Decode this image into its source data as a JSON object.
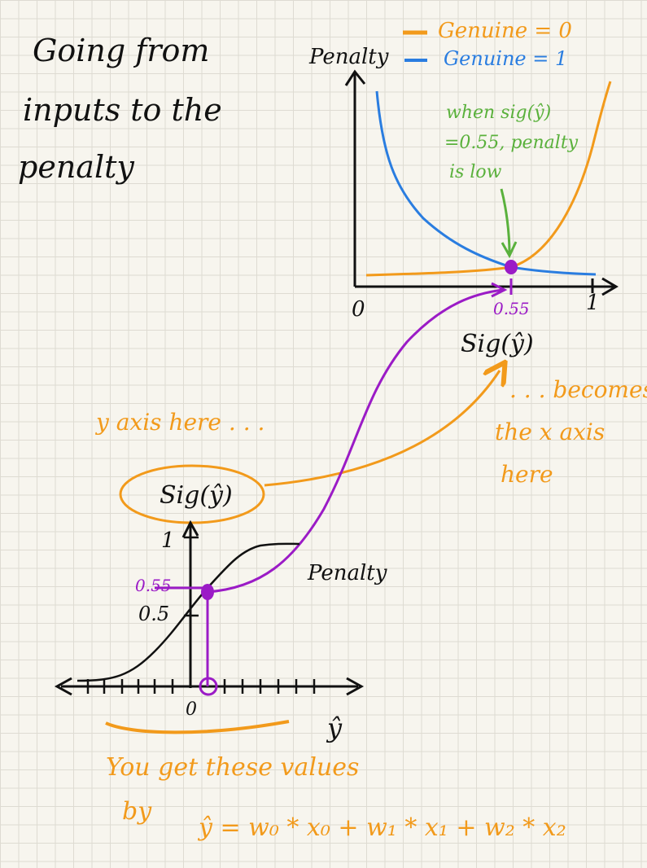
{
  "title": {
    "line1": "Going from",
    "line2": "inputs to the",
    "line3": "penalty"
  },
  "colors": {
    "ink": "#111111",
    "orange": "#f29a1b",
    "blue": "#2a7de0",
    "green": "#5ab13c",
    "purple": "#9b1bc6"
  },
  "penalty_plot": {
    "y_label": "Penalty",
    "legend": [
      {
        "label": "Genuine = 0",
        "color": "#f29a1b"
      },
      {
        "label": "Genuine = 1",
        "color": "#2a7de0"
      }
    ],
    "x_min_label": "0",
    "x_max_label": "1",
    "x_mark_label": "0.55",
    "x_axis_label": "Sig(ŷ)",
    "note": {
      "line1": "when sig(ŷ)",
      "line2": "=0.55, penalty",
      "line3": "is low"
    }
  },
  "sigmoid_plot": {
    "y_axis_label": "Sig(ŷ)",
    "y_tick_1": "1",
    "y_tick_055": "0.55",
    "y_tick_05": "0.5",
    "x_origin": "0",
    "x_axis_label": "ŷ",
    "curve_label": "Penalty"
  },
  "annotations": {
    "y_axis_here": "y axis here . . .",
    "becomes": ". . . becomes",
    "the_x_axis": "the x axis",
    "here": "here",
    "you_get": "You get these values",
    "by": "by",
    "equation": "ŷ = w₀ * x₀ + w₁ * x₁ + w₂ * x₂"
  }
}
